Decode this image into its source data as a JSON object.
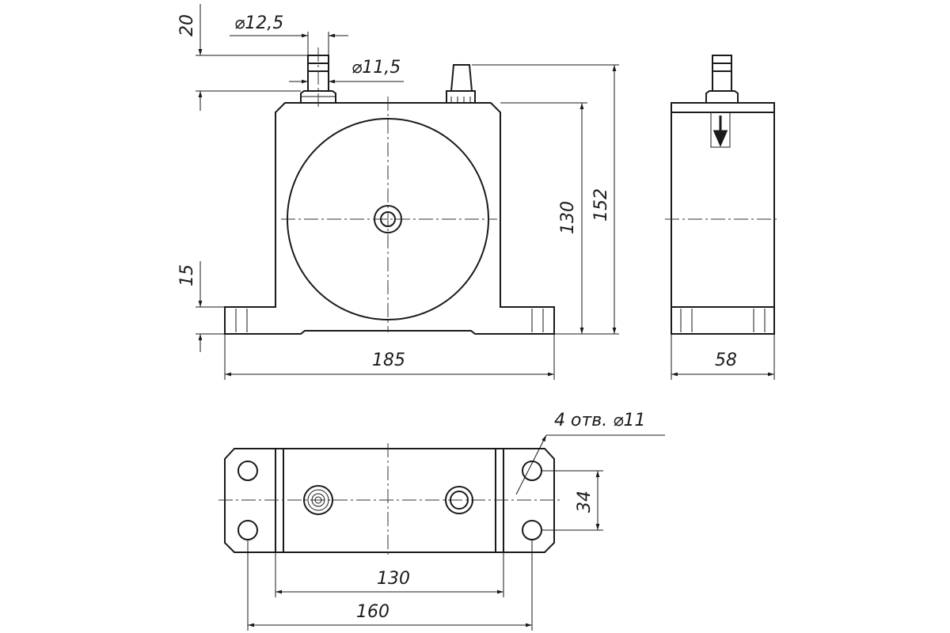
{
  "drawing": {
    "dimensions": {
      "inlet_height": "20",
      "outer_diameter": "⌀12,5",
      "inner_diameter": "⌀11,5",
      "foot_height": "15",
      "body_height": "130",
      "total_height": "152",
      "total_length": "185",
      "width": "58",
      "holes_note": "4 отв. ⌀11",
      "hole_spacing_y": "34",
      "body_length": "130",
      "hole_spacing_x": "160"
    }
  }
}
